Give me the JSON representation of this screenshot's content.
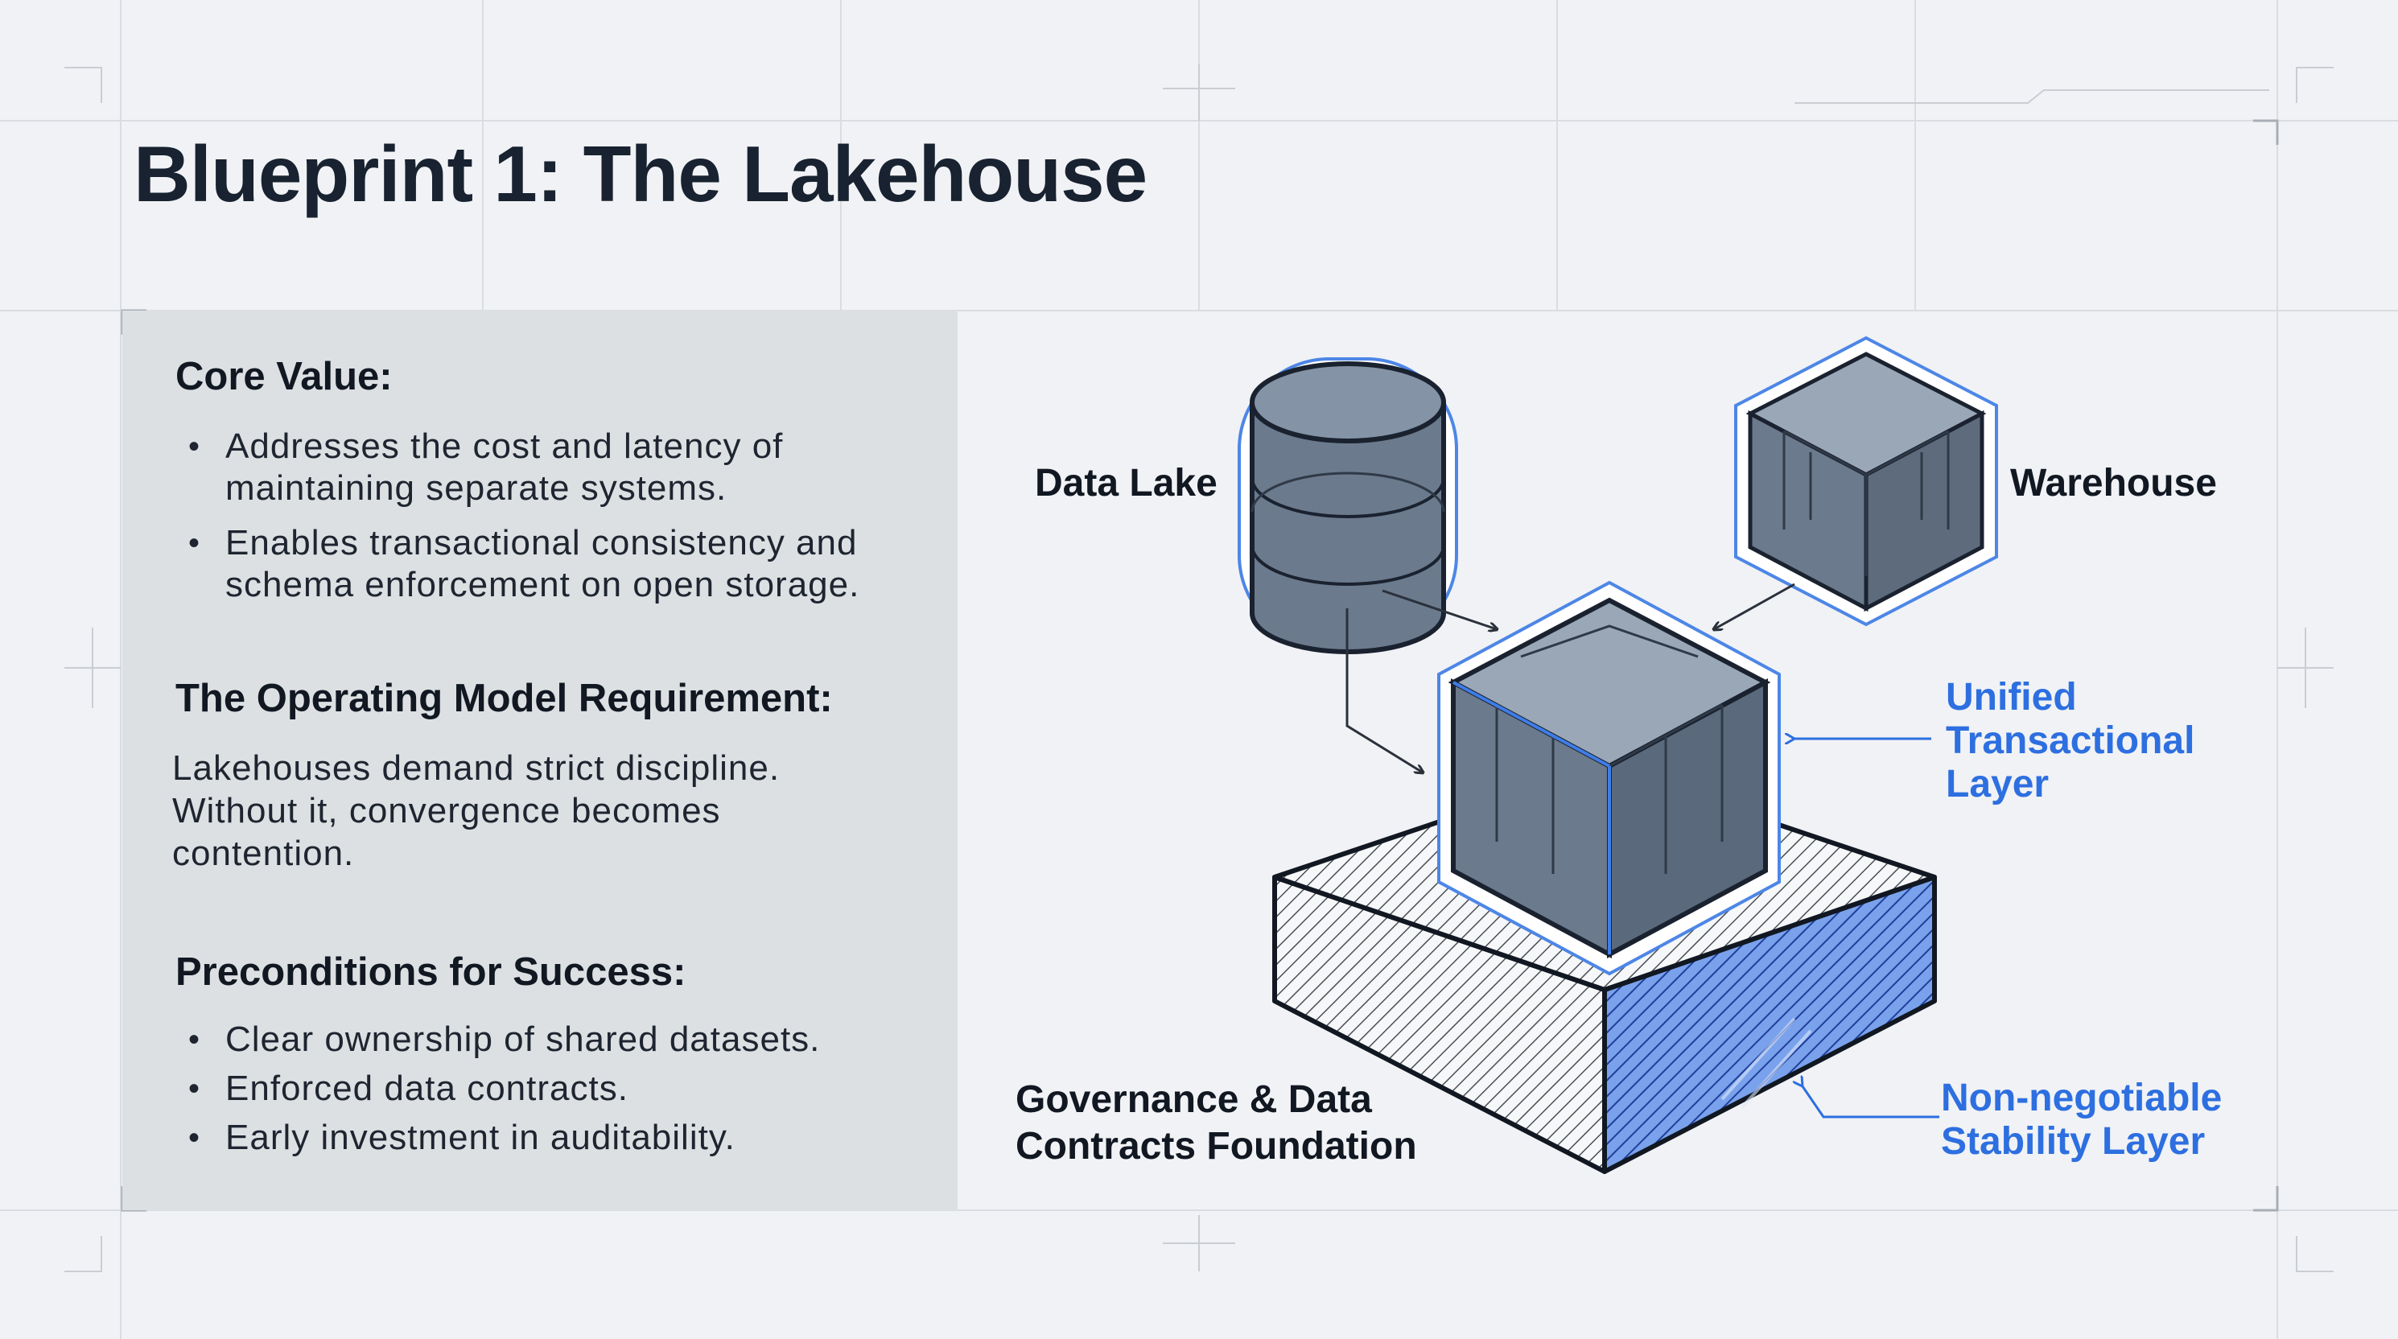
{
  "title": "Blueprint 1: The Lakehouse",
  "left_panel": {
    "core_value": {
      "heading": "Core Value:",
      "bullets": [
        [
          "Addresses the cost and latency of",
          "maintaining separate systems."
        ],
        [
          "Enables transactional consistency and",
          "schema enforcement on open storage."
        ]
      ]
    },
    "operating_model": {
      "heading": "The Operating Model Requirement:",
      "lines": [
        "Lakehouses demand strict discipline.",
        "Without it, convergence becomes",
        "contention."
      ]
    },
    "preconditions": {
      "heading": "Preconditions for Success:",
      "bullets": [
        "Clear ownership of shared datasets.",
        "Enforced data contracts.",
        "Early investment in auditability."
      ]
    }
  },
  "diagram": {
    "data_lake": "Data Lake",
    "warehouse": "Warehouse",
    "unified_layer": [
      "Unified",
      "Transactional",
      "Layer"
    ],
    "foundation": [
      "Governance & Data",
      "Contracts Foundation"
    ],
    "stability_layer": [
      "Non-negotiable",
      "Stability Layer"
    ]
  },
  "colors": {
    "background": "#f1f2f5",
    "panel": "#dde0e3",
    "text_dark": "#182230",
    "accent_blue": "#2d6fe0",
    "cube_fill": "#6b7a8c",
    "stability_blue": "#4a7fe0"
  }
}
